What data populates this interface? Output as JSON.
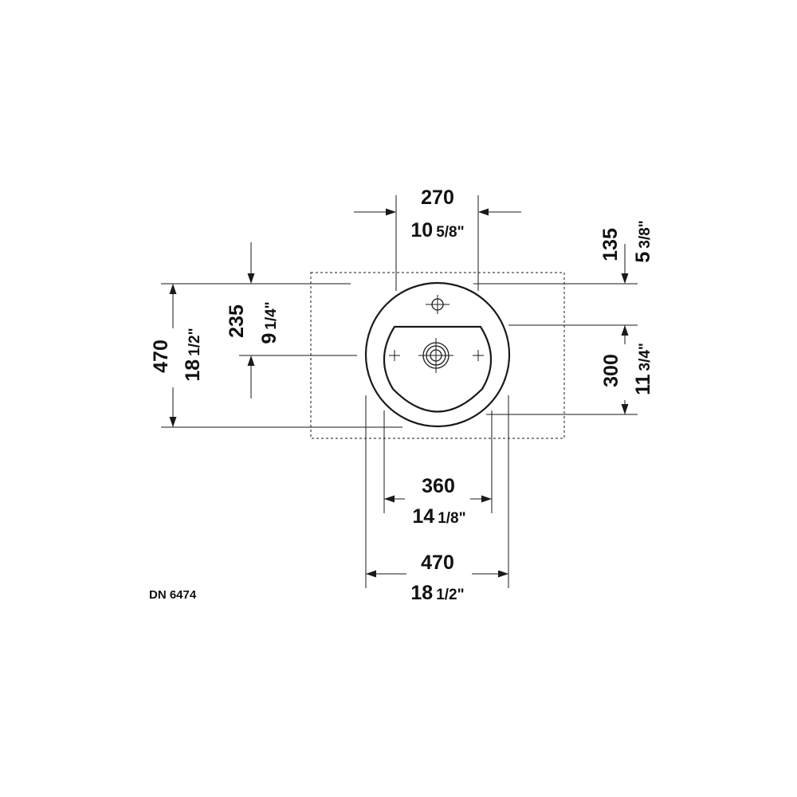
{
  "drawing": {
    "code": "DN 6474",
    "dims": {
      "top_width": {
        "mm": "270",
        "in_whole": "10",
        "in_frac": "5/8\""
      },
      "tap_offset": {
        "mm": "135",
        "in_whole": "5",
        "in_frac": "3/8\""
      },
      "left_center": {
        "mm": "235",
        "in_whole": "9",
        "in_frac": "1/4\""
      },
      "left_total": {
        "mm": "470",
        "in_whole": "18",
        "in_frac": "1/2\""
      },
      "right_bowl": {
        "mm": "300",
        "in_whole": "11",
        "in_frac": "3/4\""
      },
      "bottom_inner": {
        "mm": "360",
        "in_whole": "14",
        "in_frac": "1/8\""
      },
      "bottom_outer": {
        "mm": "470",
        "in_whole": "18",
        "in_frac": "1/2\""
      }
    }
  }
}
